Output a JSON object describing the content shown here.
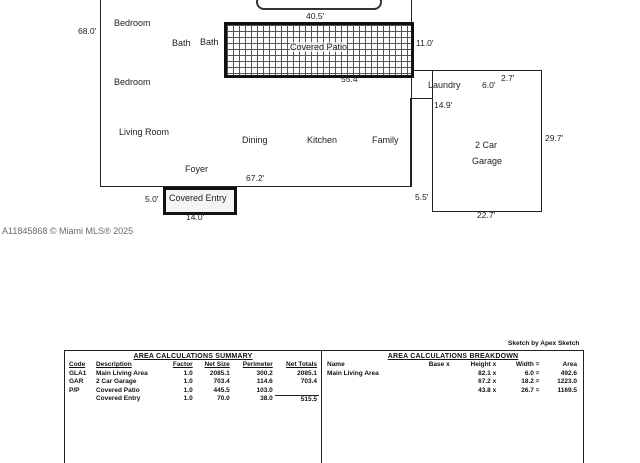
{
  "floorplan": {
    "rooms": {
      "bedroom_1": "Bedroom",
      "bath_1": "Bath",
      "bath_2": "Bath",
      "bedroom_2": "Bedroom",
      "living_room": "Living Room",
      "dining": "Dining",
      "kitchen": "Kitchen",
      "family": "Family",
      "foyer": "Foyer",
      "laundry": "Laundry",
      "garage_line1": "2 Car",
      "garage_line2": "Garage",
      "covered_patio": "Covered Patio",
      "covered_entry": "Covered Entry"
    },
    "dimensions": {
      "d_68_0": "68.0'",
      "d_40_5": "40.5'",
      "d_11_0": "11.0'",
      "d_55_4": "55.4'",
      "d_6_0_top": "6.0'",
      "d_2_7": "2.7'",
      "d_14_9": "14.9'",
      "d_29_7": "29.7'",
      "d_67_2": "67.2'",
      "d_5_0": "5.0'",
      "d_5_5": "5.5'",
      "d_14_0": "14.0'",
      "d_22_7": "22.7'"
    }
  },
  "watermark": "A11845868 © Miami MLS® 2025",
  "sketch_by": "Sketch by Apex Sketch",
  "summary": {
    "title": "AREA CALCULATIONS SUMMARY",
    "headers": [
      "Code",
      "Description",
      "Factor",
      "Net Size",
      "Perimeter",
      "Net Totals"
    ],
    "rows": [
      [
        "GLA1",
        "Main Living Area",
        "1.0",
        "2085.1",
        "300.2",
        "2085.1"
      ],
      [
        "GAR",
        "2 Car Garage",
        "1.0",
        "703.4",
        "114.6",
        "703.4"
      ],
      [
        "P/P",
        "Covered Patio",
        "1.0",
        "445.5",
        "103.0",
        ""
      ],
      [
        "",
        "Covered Entry",
        "1.0",
        "70.0",
        "38.0",
        "515.5"
      ]
    ]
  },
  "breakdown": {
    "title": "AREA CALCULATIONS BREAKDOWN",
    "headers": [
      "Name",
      "Base x",
      "Height x",
      "Width =",
      "Area"
    ],
    "rows": [
      [
        "Main Living Area",
        "",
        "82.1 x",
        "6.0 =",
        "492.6"
      ],
      [
        "",
        "",
        "67.2 x",
        "18.2 =",
        "1223.0"
      ],
      [
        "",
        "",
        "43.8 x",
        "26.7 =",
        "1169.5"
      ]
    ]
  }
}
